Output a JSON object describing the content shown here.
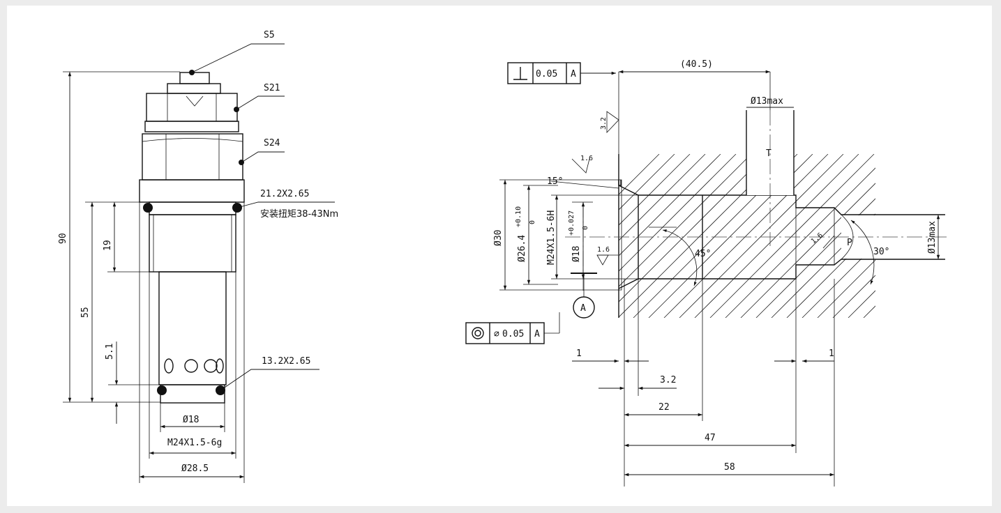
{
  "left_view": {
    "parts": [
      "S5",
      "S21",
      "S24"
    ],
    "oring_1": "21.2X2.65",
    "torque_note": "安装扭矩38-43Nm",
    "oring_2": "13.2X2.65",
    "dims": {
      "overall": "90",
      "d55": "55",
      "d19": "19",
      "d5_1": "5.1",
      "d18": "Ø18",
      "thread": "M24X1.5-6g",
      "d28_5": "Ø28.5"
    }
  },
  "right_view": {
    "perp_symbol": "⊥",
    "perp_value": "0.05",
    "perp_datum": "A",
    "concentric_value": "0.05",
    "concentric_datum": "A",
    "datum_label": "A",
    "d40_5": "(40.5)",
    "d13max_top": "Ø13max",
    "port_t": "T",
    "port_p": "P",
    "rough_3_2": "3.2",
    "rough_1_6a": "1.6",
    "rough_1_6b": "1.6",
    "rough_1_6c": "1.6",
    "angle_15": "15°",
    "angle_45": "45°",
    "angle_30": "30°",
    "d30": "Ø30",
    "d26_4": "Ø26.4",
    "tol_26_upper": "+0.10",
    "tol_26_lower": "0",
    "thread": "M24X1.5-6H",
    "d18": "Ø18",
    "tol_18_upper": "+0.027",
    "tol_18_lower": "0",
    "d13max_right": "Ø13max",
    "d1_left": "1",
    "d1_right": "1",
    "d3_2": "3.2",
    "d22": "22",
    "d47": "47",
    "d58": "58"
  }
}
